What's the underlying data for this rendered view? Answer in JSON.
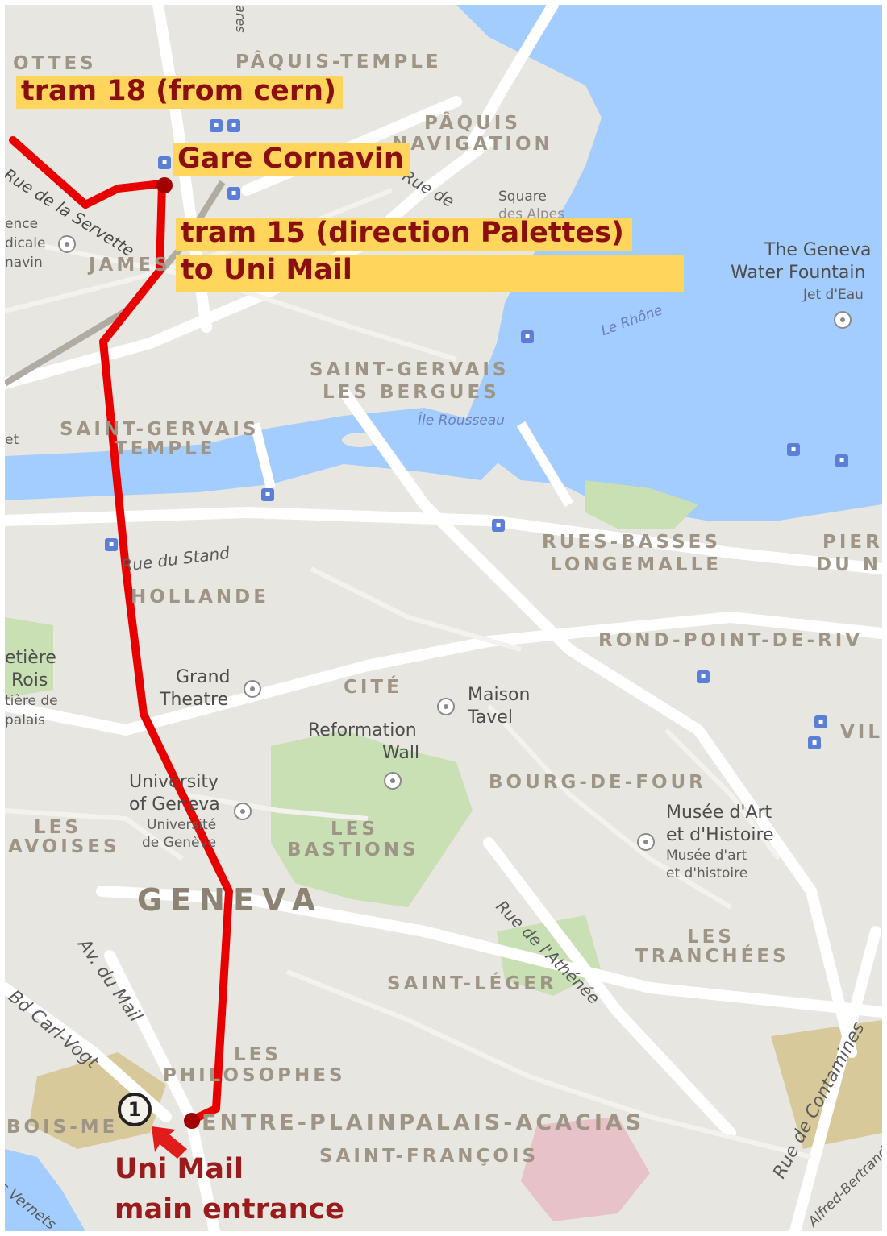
{
  "route": {
    "tram18_label": "tram 18 (from cern)",
    "station_label": "Gare Cornavin",
    "tram15_line1": "tram 15 (direction Palettes)",
    "tram15_line2": "to Uni Mail",
    "destination_line1": "Uni Mail",
    "destination_line2": "main entrance",
    "marker_number": "1",
    "route_color": "#e80000",
    "callout_highlight": "#ffd55c",
    "callout_text_color": "#8b0f0f"
  },
  "districts": {
    "paquis_temple": "PÂQUIS-TEMPLE",
    "paquis_navigation_1": "PÂQUIS",
    "paquis_navigation_2": "NAVIGATION",
    "ottes": "OTTES",
    "james": "JAMES",
    "saint_gervais_bergues_1": "SAINT-GERVAIS",
    "saint_gervais_bergues_2": "LES BERGUES",
    "saint_gervais_temple_1": "SAINT-GERVAIS",
    "saint_gervais_temple_2": "TEMPLE",
    "rues_basses_1": "RUES-BASSES",
    "rues_basses_2": "LONGEMALLE",
    "pier_1": "PIER",
    "pier_2": "DU NI",
    "hollande": "HOLLANDE",
    "rond_point": "ROND-POINT-DE-RIV",
    "cite": "CITÉ",
    "vil": "VIL",
    "bourg_de_four": "BOURG-DE-FOUR",
    "les_bastions_1": "LES",
    "les_bastions_2": "BASTIONS",
    "les_savoises_1": "LES",
    "les_savoises_2": "AVOISES",
    "geneva": "GENEVA",
    "les_tranchees_1": "LES",
    "les_tranchees_2": "TRANCHÉES",
    "saint_leger": "SAINT-LÉGER",
    "les_philosophes_1": "LES",
    "les_philosophes_2": "PHILOSOPHES",
    "plainpalais": "ENTRE-PLAINPALAIS-ACACIAS",
    "saint_francois": "SAINT-FRANÇOIS",
    "bois_melan": "BOIS-ME"
  },
  "pois": {
    "fountain_1": "The Geneva",
    "fountain_2": "Water Fountain",
    "jet_deau": "Jet d'Eau",
    "grand_theatre_1": "Grand",
    "grand_theatre_2": "Theatre",
    "maison_tavel_1": "Maison",
    "maison_tavel_2": "Tavel",
    "reformation_1": "Reformation",
    "reformation_2": "Wall",
    "university_1": "University",
    "university_2": "of Geneva",
    "universite_1": "Université",
    "universite_2": "de Genève",
    "musee_1": "Musée d'Art",
    "musee_2": "et d'Histoire",
    "musee_3": "Musée d'art",
    "musee_4": "et d'histoire",
    "ile_rousseau": "Île Rousseau",
    "square": "Square",
    "square_2": "des Alpes",
    "cimetiere_1": "etière",
    "cimetiere_2": "Rois",
    "cimetiere_3": "tière de",
    "cimetiere_4": "palais",
    "residence_1": "ence",
    "residence_2": "dicale",
    "residence_3": "navin",
    "left_et": "et"
  },
  "streets": {
    "rue_du_stand": "Rue du Stand",
    "rue_de_la_servette": "Rue de la Servette",
    "rue_de": "Rue de",
    "le_rhone": "Le Rhône",
    "rue_de_lathenee": "Rue de l'Athénée",
    "av_du_mail": "Av. du Mail",
    "bd_carl_vogt": "Bd Carl-Vogt",
    "rue_de_contamines": "Rue de Contamines",
    "alfred_bertrand": "Alfred-Bertrand",
    "vernets": "s Vernets",
    "rues": "ares"
  }
}
